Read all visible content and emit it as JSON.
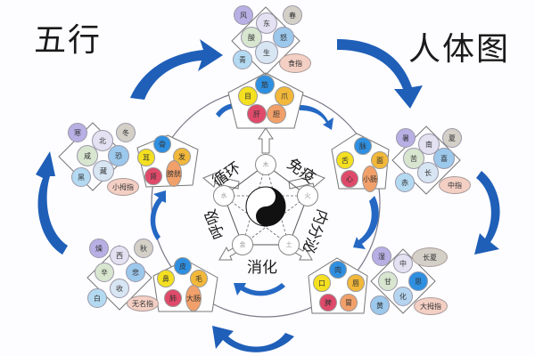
{
  "titles": {
    "left": "五行",
    "right": "人体图"
  },
  "colors": {
    "arrow_blue": "#1f5fb8",
    "organ_blue": "#2f8fe0",
    "organ_yellow": "#f4e020",
    "organ_gold": "#f2b83a",
    "organ_red": "#e04a6a",
    "organ_orange": "#f2a06a",
    "oval_pink": "#f4cfc4"
  },
  "center": {
    "symbol": "yin-yang",
    "functions": {
      "top_left": "循环",
      "top_right": "免疫",
      "left": "呼吸",
      "right": "内分泌",
      "bottom": "消化"
    },
    "elements": {
      "top": "木",
      "right": "火",
      "bottom_right": "土",
      "bottom_left": "金",
      "left": "水"
    }
  },
  "groups": {
    "wood": {
      "attributes": {
        "corner_tl": "风",
        "corner_tr": "春",
        "top": "东",
        "left": "酸",
        "right": "怒",
        "bottom": "生",
        "corner_bl": "青",
        "oval": "食指"
      },
      "organs": {
        "top": "筋",
        "left": "目",
        "right": "爪",
        "bottom_left": "肝",
        "bottom_right": "胆"
      }
    },
    "fire": {
      "attributes": {
        "corner_tl": "暑",
        "corner_tr": "夏",
        "top": "南",
        "left": "苦",
        "right": "喜",
        "bottom": "长",
        "corner_bl": "赤",
        "oval": "中指"
      },
      "organs": {
        "top": "脉",
        "left": "舌",
        "right": "面",
        "bottom_left": "心",
        "bottom_right": "小肠"
      }
    },
    "earth": {
      "attributes": {
        "corner_tl": "湿",
        "corner_tr": "长夏",
        "top": "中",
        "left": "甘",
        "right": "思",
        "bottom": "化",
        "corner_bl": "黄",
        "oval": "大拇指"
      },
      "organs": {
        "top": "肉",
        "left": "口",
        "right": "唇",
        "bottom_left": "脾",
        "bottom_right": "胃"
      }
    },
    "metal": {
      "attributes": {
        "corner_tl": "燥",
        "corner_tr": "秋",
        "top": "西",
        "left": "辛",
        "right": "悲",
        "bottom": "收",
        "corner_bl": "白",
        "oval": "无名指"
      },
      "organs": {
        "top": "皮",
        "left": "鼻",
        "right": "毛",
        "bottom_left": "肺",
        "bottom_right": "大肠"
      }
    },
    "water": {
      "attributes": {
        "corner_tl": "寒",
        "corner_tr": "冬",
        "top": "北",
        "left": "咸",
        "right": "恐",
        "bottom": "藏",
        "corner_bl": "黑",
        "oval": "小拇指"
      },
      "organs": {
        "top": "骨",
        "left": "耳",
        "right": "发",
        "bottom_left": "肾",
        "bottom_right": "膀胱"
      }
    }
  }
}
